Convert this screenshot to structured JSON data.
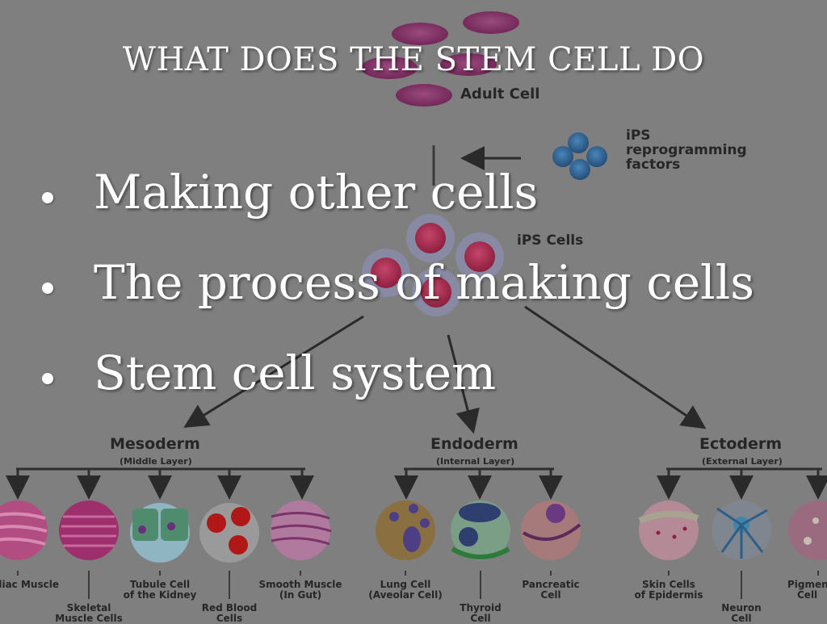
{
  "slide": {
    "title": "WHAT DOES THE STEM CELL DO",
    "bullets": [
      "Making other cells",
      "The process of making cells",
      "Stem cell system"
    ]
  },
  "diagram": {
    "top_label": "Adult Cell",
    "reprogramming": {
      "line1": "iPS",
      "line2": "reprogramming",
      "line3": "factors"
    },
    "ips_label": "iPS Cells",
    "layers": [
      {
        "name": "Mesoderm",
        "subtitle": "(Middle Layer)",
        "cells": [
          {
            "line1": "Cardiac Muscle",
            "line2": ""
          },
          {
            "line1": "Skeletal",
            "line2": "Muscle Cells"
          },
          {
            "line1": "Tubule Cell",
            "line2": "of the Kidney"
          },
          {
            "line1": "Red Blood",
            "line2": "Cells"
          },
          {
            "line1": "Smooth Muscle",
            "line2": "(In Gut)"
          }
        ]
      },
      {
        "name": "Endoderm",
        "subtitle": "(Internal Layer)",
        "cells": [
          {
            "line1": "Lung Cell",
            "line2": "(Aveolar Cell)"
          },
          {
            "line1": "Thyroid",
            "line2": "Cell"
          },
          {
            "line1": "Pancreatic",
            "line2": "Cell"
          }
        ]
      },
      {
        "name": "Ectoderm",
        "subtitle": "(External Layer)",
        "cells": [
          {
            "line1": "Skin Cells",
            "line2": "of Epidermis"
          },
          {
            "line1": "Neuron",
            "line2": "Cell"
          },
          {
            "line1": "Pigment",
            "line2": "Cell"
          }
        ]
      }
    ]
  },
  "colors": {
    "background": "#7f7f7f",
    "text": "#ffffff",
    "diagram_text": "#262626",
    "adult_cell": "#7a2a5e",
    "ips_cell": "#a8264a",
    "factor": "#2e5f8c"
  }
}
